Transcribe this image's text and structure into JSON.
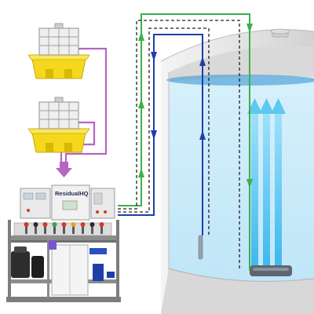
{
  "diagram": {
    "brand_label": "ResidualHQ",
    "colors": {
      "chemical_feed_line": "#b565c4",
      "sample_line_green": "#3db04a",
      "sample_line_blue": "#1f3fa8",
      "signal_line": "#222222",
      "water": "#bfe6f8",
      "mixing_arrows": "#5ec8f0",
      "tank_wall": "#e6e6e6",
      "tote_cage": "#c8c8c8",
      "containment_pallet": "#f5d81e"
    },
    "components": [
      {
        "id": "tote-1",
        "icon": "ibc-tote-on-spill-pallet"
      },
      {
        "id": "tote-2",
        "icon": "ibc-tote-on-spill-pallet"
      },
      {
        "id": "control-skid",
        "icon": "treatment-control-skid"
      },
      {
        "id": "storage-tank",
        "icon": "water-storage-tank"
      },
      {
        "id": "mixer",
        "icon": "submersible-mixer"
      },
      {
        "id": "sample-probe",
        "icon": "sample-probe"
      }
    ]
  }
}
